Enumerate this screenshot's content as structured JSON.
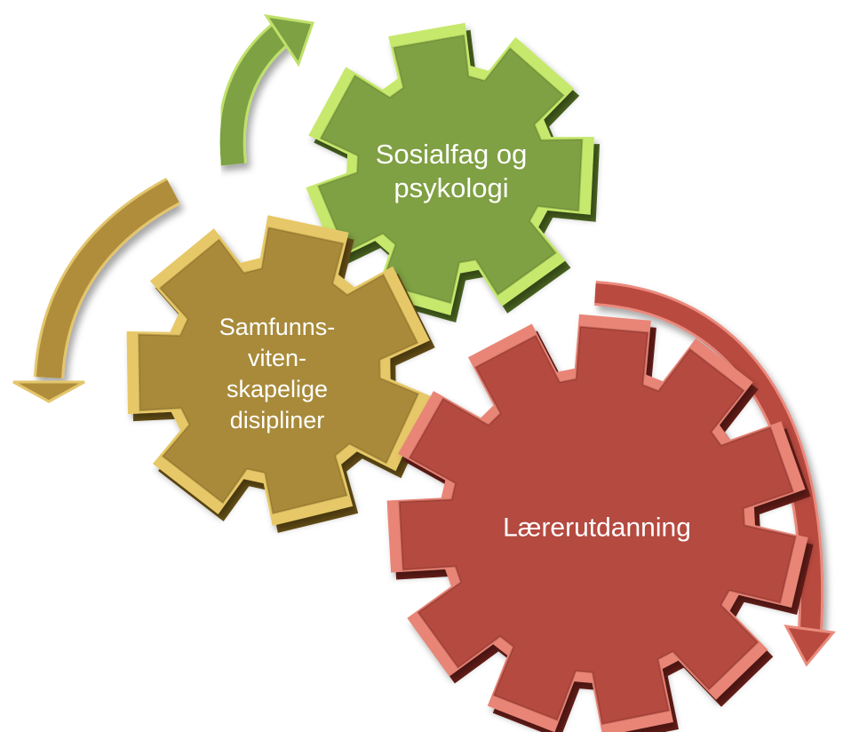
{
  "gears": [
    {
      "id": "sosialfag",
      "lines": [
        "Sosialfag og",
        "psykologi"
      ],
      "face_color": "#7fa043",
      "edge_color": "#c6e86c",
      "shadow_color": "#4e6a22"
    },
    {
      "id": "samfunn",
      "lines": [
        "Samfunns-",
        "viten-",
        "skapelige",
        "disipliner"
      ],
      "face_color": "#a88a3a",
      "edge_color": "#e7c867",
      "shadow_color": "#6c5418"
    },
    {
      "id": "laerer",
      "lines": [
        "Lærerutdanning"
      ],
      "face_color": "#b44a40",
      "edge_color": "#e88577",
      "shadow_color": "#6d1f1a"
    }
  ],
  "arrows": [
    {
      "id": "green",
      "color": "#7da143",
      "edge_color": "#bfe06a"
    },
    {
      "id": "gold",
      "color": "#b08d3a",
      "edge_color": "#e3c56c"
    },
    {
      "id": "red",
      "color": "#b94a40",
      "edge_color": "#ea8a7d"
    }
  ]
}
